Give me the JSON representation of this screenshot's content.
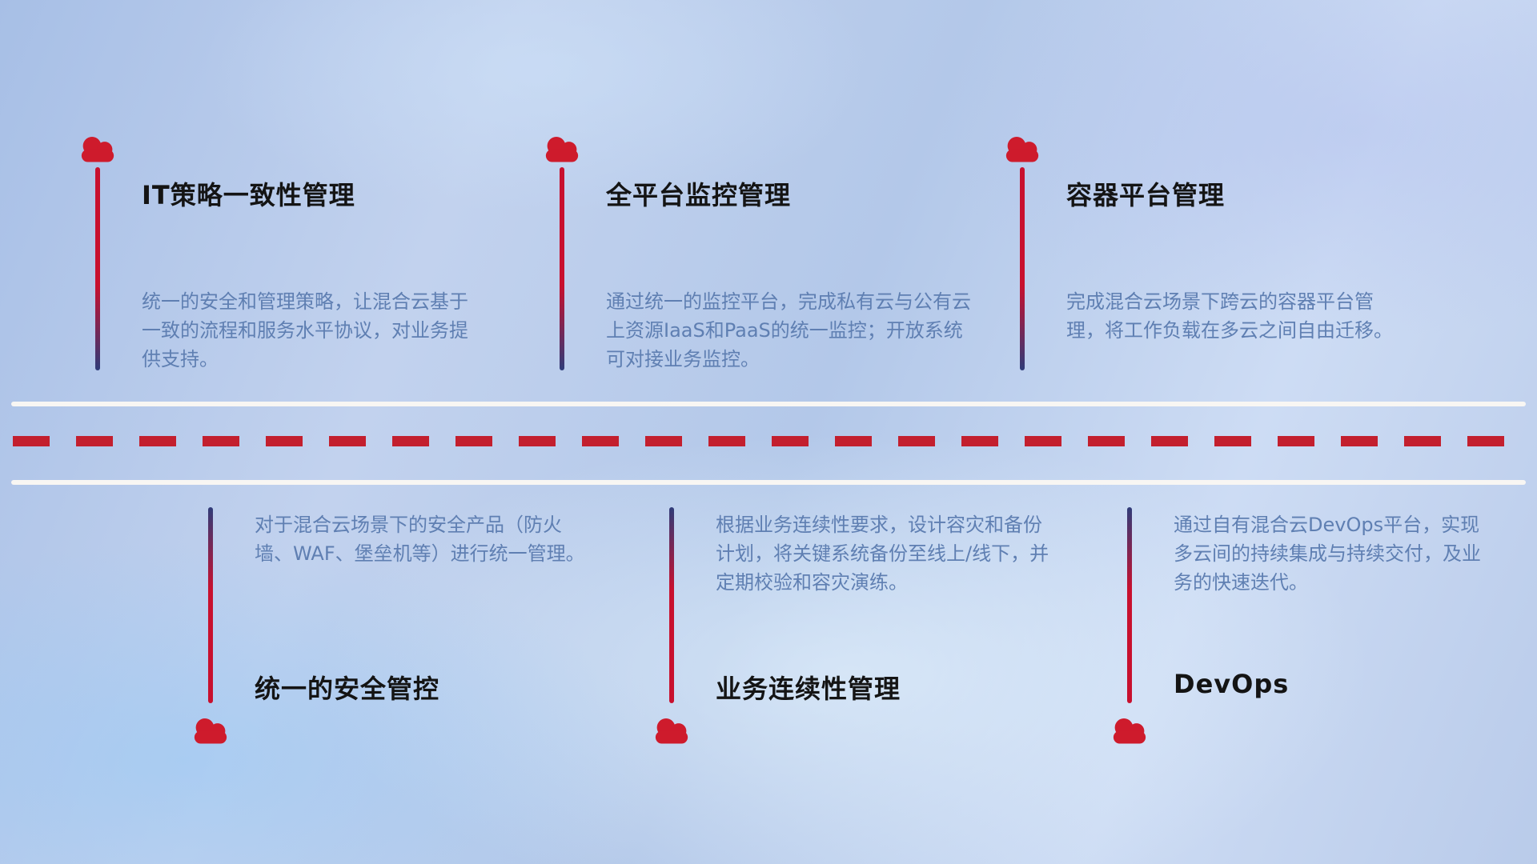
{
  "colors": {
    "cloud": "#ce1b2c",
    "dash": "#c31f2e",
    "pole_red": "#c8102e",
    "pole_navy": "#2f3c79",
    "title": "#141414",
    "description": "#5f7fb2",
    "road_line": "#f8f6f3"
  },
  "top_items": [
    {
      "title": "IT策略一致性管理",
      "description": "统一的安全和管理策略，让混合云基于一致的流程和服务水平协议，对业务提供支持。"
    },
    {
      "title": "全平台监控管理",
      "description": "通过统一的监控平台，完成私有云与公有云上资源IaaS和PaaS的统一监控；开放系统可对接业务监控。"
    },
    {
      "title": "容器平台管理",
      "description": "完成混合云场景下跨云的容器平台管理，将工作负载在多云之间自由迁移。"
    }
  ],
  "bottom_items": [
    {
      "title": "统一的安全管控",
      "description": "对于混合云场景下的安全产品（防火墙、WAF、堡垒机等）进行统一管理。"
    },
    {
      "title": "业务连续性管理",
      "description": "根据业务连续性要求，设计容灾和备份计划，将关键系统备份至线上/线下，并定期校验和容灾演练。"
    },
    {
      "title": "DevOps",
      "description": "通过自有混合云DevOps平台，实现多云间的持续集成与持续交付，及业务的快速迭代。"
    }
  ]
}
